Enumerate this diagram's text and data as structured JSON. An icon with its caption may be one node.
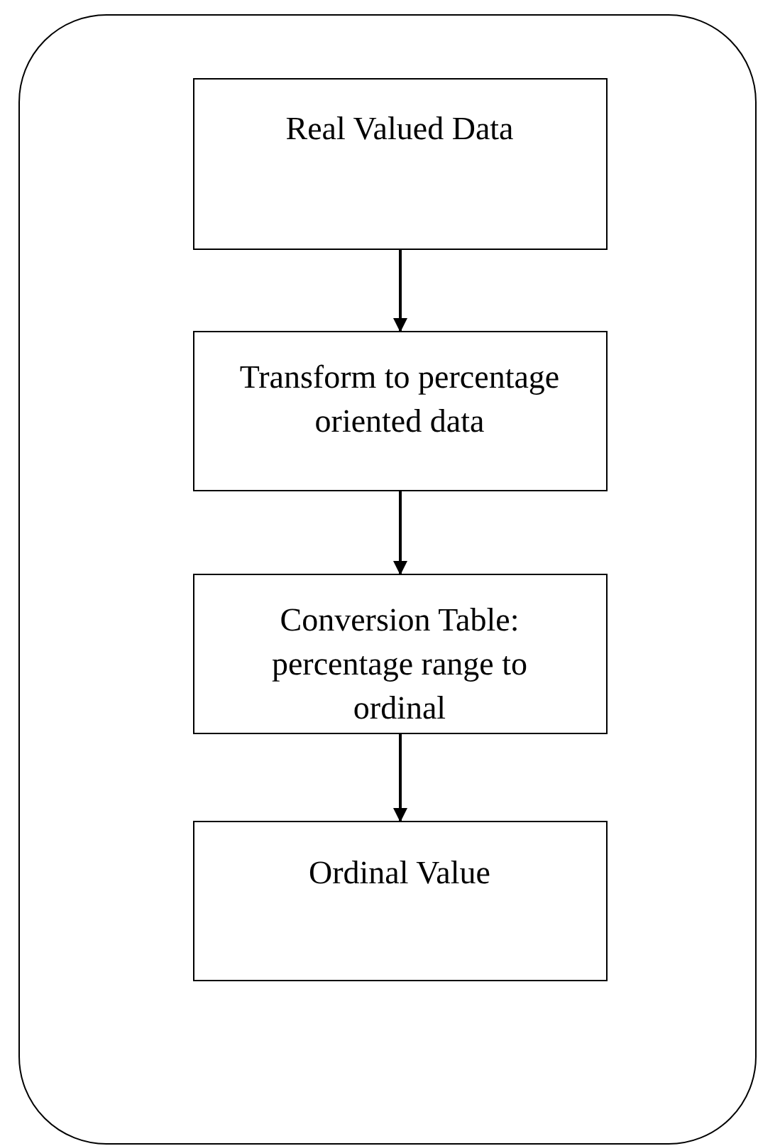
{
  "diagram": {
    "nodes": [
      {
        "text": [],
        "shape": "box"
      },
      {
        "text": [
          "Real Valued Data"
        ],
        "in": 0
      },
      {
        "text": [
          "Transform to percentage oriented data"
        ],
        "in": 0
      },
      {
        "text": [
          "Conversion Table: percentage range to ordinal"
        ],
        "in": 0
      },
      {
        "text": [
          "Ordinal Value"
        ],
        "in": 0
      }
    ],
    "edges": [
      {
        "from": 1,
        "to": 2,
        "arrow": "to"
      },
      {
        "from": 2,
        "to": 3,
        "arrow": "to"
      },
      {
        "from": 3,
        "to": 4,
        "arrow": "to"
      }
    ]
  }
}
